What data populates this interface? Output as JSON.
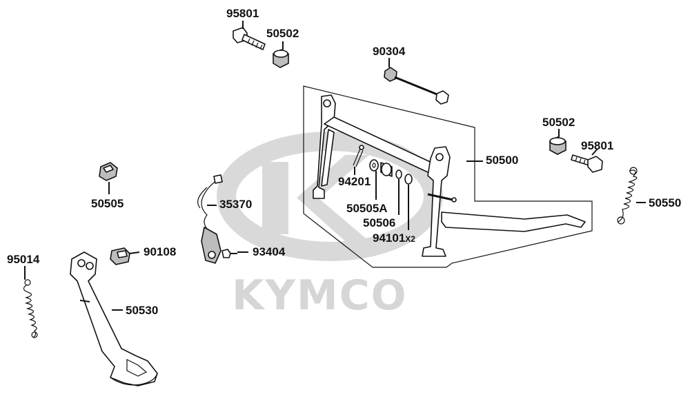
{
  "watermark": {
    "brand": "KYMCO",
    "color": "#d6d6d6"
  },
  "labels": {
    "p95801_top": "95801",
    "p50502_top": "50502",
    "p90304": "90304",
    "p50502_right": "50502",
    "p95801_right": "95801",
    "p50500": "50500",
    "p50550": "50550",
    "p50505": "50505",
    "p35370": "35370",
    "p94201": "94201",
    "p50505A": "50505A",
    "p50506": "50506",
    "p94101": "94101",
    "p94101_qty": "X2",
    "p90108": "90108",
    "p93404": "93404",
    "p95014": "95014",
    "p50530": "50530"
  }
}
